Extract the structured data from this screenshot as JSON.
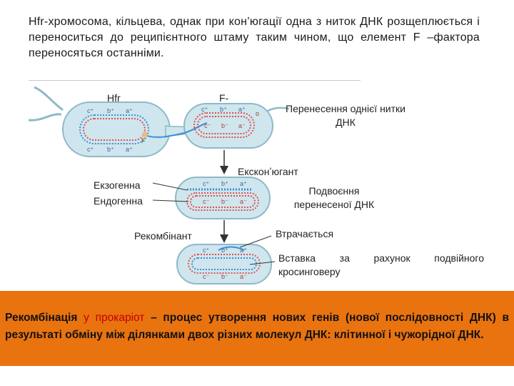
{
  "intro_text": "Hfr-хромосома, кільцева, однак при кон’югації одна з ниток ДНК розщеплюється і переноситься до реципієнтного штаму таким чином, що елемент F –фактора переносяться останніми.",
  "labels": {
    "hfr": "Hfr",
    "f_minus": "F-",
    "transfer_one_strand": "Перенесення однієї нитки ДНК",
    "exogenote": "Екзогенна",
    "endogenote": "Ендогенна",
    "exconjugant": "Ексконʼюгант",
    "replication": "Подвоєння перенесеної ДНК",
    "recombinant": "Рекомбінант",
    "lost": "Втрачається",
    "insertion": "Вставка за рахунок подвійного кросинговеру"
  },
  "gene_labels": {
    "c_plus": "c⁺",
    "b_plus": "b⁺",
    "a_plus": "a⁺",
    "c_minus": "c⁻",
    "b_minus": "b⁻",
    "a_minus": "a⁻",
    "f": "F",
    "o": "o"
  },
  "bottom": {
    "part1": "Рекомбінація ",
    "part2": "у прокаріот",
    "part3": " – процес утворення нових генів (нової послідовності ДНК) в результаті обміну між ділянками двох різних молекул ДНК: клітинної і чужорідної ДНК."
  },
  "colors": {
    "cell_fill": "#cfe6ee",
    "cell_stroke": "#8fb9c8",
    "dna_blue": "#3d8fd6",
    "dna_red": "#e0524e",
    "bottom_bg": "#e9730f",
    "highlight_red": "#c30000"
  }
}
